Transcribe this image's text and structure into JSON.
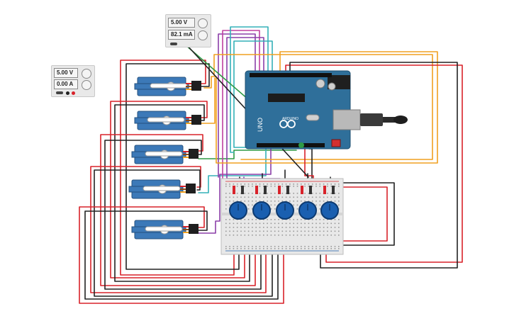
{
  "power_supply_1": {
    "voltage": "5.00 V",
    "current": "0.00 A"
  },
  "power_supply_2": {
    "voltage": "5.00 V",
    "current": "82.1 mA"
  },
  "arduino": {
    "model_label": "UNO",
    "brand_label": "ARDUINO"
  },
  "colors": {
    "wire_red": "#d8222a",
    "wire_black": "#222222",
    "wire_orange": "#f0a020",
    "wire_purple": "#8b3fa8",
    "wire_magenta": "#c040a0",
    "wire_teal": "#33b0b8",
    "wire_green": "#2f9a45",
    "board_blue": "#2f6f9a",
    "servo_blue": "#3c79b8",
    "knob_blue": "#1a5fb0"
  }
}
